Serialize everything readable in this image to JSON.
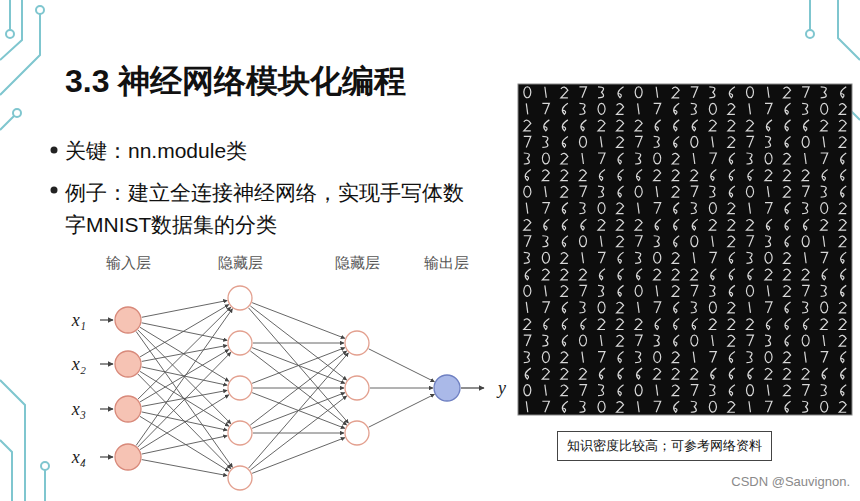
{
  "diagram": {
    "title": "3.3 神经网络模块化编程",
    "nodes": [
      {
        "text": [
          "x₁"
        ]
      },
      {
        "text": [
          "x₂"
        ]
      },
      {
        "text": [
          "x₃"
        ]
      },
      {
        "text": [
          "x₄"
        ]
      },
      {
        "text": []
      },
      {
        "text": []
      },
      {
        "text": []
      },
      {
        "text": []
      },
      {
        "text": []
      },
      {
        "text": []
      },
      {
        "text": []
      },
      {
        "text": []
      },
      {
        "text": [
          "y"
        ]
      },
      {
        "text": [
          "知识密度比较高；可参考网络资料"
        ]
      }
    ],
    "edges": [
      {
        "from": 0,
        "to": 4,
        "arrow": "to"
      },
      {
        "from": 0,
        "to": 5,
        "arrow": "to"
      },
      {
        "from": 0,
        "to": 6,
        "arrow": "to"
      },
      {
        "from": 0,
        "to": 7,
        "arrow": "to"
      },
      {
        "from": 0,
        "to": 8,
        "arrow": "to"
      },
      {
        "from": 1,
        "to": 4,
        "arrow": "to"
      },
      {
        "from": 1,
        "to": 5,
        "arrow": "to"
      },
      {
        "from": 1,
        "to": 6,
        "arrow": "to"
      },
      {
        "from": 1,
        "to": 7,
        "arrow": "to"
      },
      {
        "from": 1,
        "to": 8,
        "arrow": "to"
      },
      {
        "from": 2,
        "to": 4,
        "arrow": "to"
      },
      {
        "from": 2,
        "to": 5,
        "arrow": "to"
      },
      {
        "from": 2,
        "to": 6,
        "arrow": "to"
      },
      {
        "from": 2,
        "to": 7,
        "arrow": "to"
      },
      {
        "from": 2,
        "to": 8,
        "arrow": "to"
      },
      {
        "from": 3,
        "to": 4,
        "arrow": "to"
      },
      {
        "from": 3,
        "to": 5,
        "arrow": "to"
      },
      {
        "from": 3,
        "to": 6,
        "arrow": "to"
      },
      {
        "from": 3,
        "to": 7,
        "arrow": "to"
      },
      {
        "from": 3,
        "to": 8,
        "arrow": "to"
      },
      {
        "from": 4,
        "to": 9,
        "arrow": "to"
      },
      {
        "from": 4,
        "to": 10,
        "arrow": "to"
      },
      {
        "from": 4,
        "to": 11,
        "arrow": "to"
      },
      {
        "from": 5,
        "to": 9,
        "arrow": "to"
      },
      {
        "from": 5,
        "to": 10,
        "arrow": "to"
      },
      {
        "from": 5,
        "to": 11,
        "arrow": "to"
      },
      {
        "from": 6,
        "to": 9,
        "arrow": "to"
      },
      {
        "from": 6,
        "to": 10,
        "arrow": "to"
      },
      {
        "from": 6,
        "to": 11,
        "arrow": "to"
      },
      {
        "from": 7,
        "to": 9,
        "arrow": "to"
      },
      {
        "from": 7,
        "to": 10,
        "arrow": "to"
      },
      {
        "from": 7,
        "to": 11,
        "arrow": "to"
      },
      {
        "from": 8,
        "to": 9,
        "arrow": "to"
      },
      {
        "from": 8,
        "to": 10,
        "arrow": "to"
      },
      {
        "from": 8,
        "to": 11,
        "arrow": "to"
      },
      {
        "from": 9,
        "to": 12,
        "arrow": "to"
      },
      {
        "from": 10,
        "to": 12,
        "arrow": "to"
      },
      {
        "from": 11,
        "to": 12,
        "arrow": "to"
      }
    ],
    "labels": [
      "关键：nn.module类",
      "例子：建立全连接神经网络，实现手写体数字MNIST数据集的分类",
      "输入层",
      "隐藏层",
      "隐藏层",
      "输出层",
      "CSDN @Sauvignon."
    ]
  }
}
